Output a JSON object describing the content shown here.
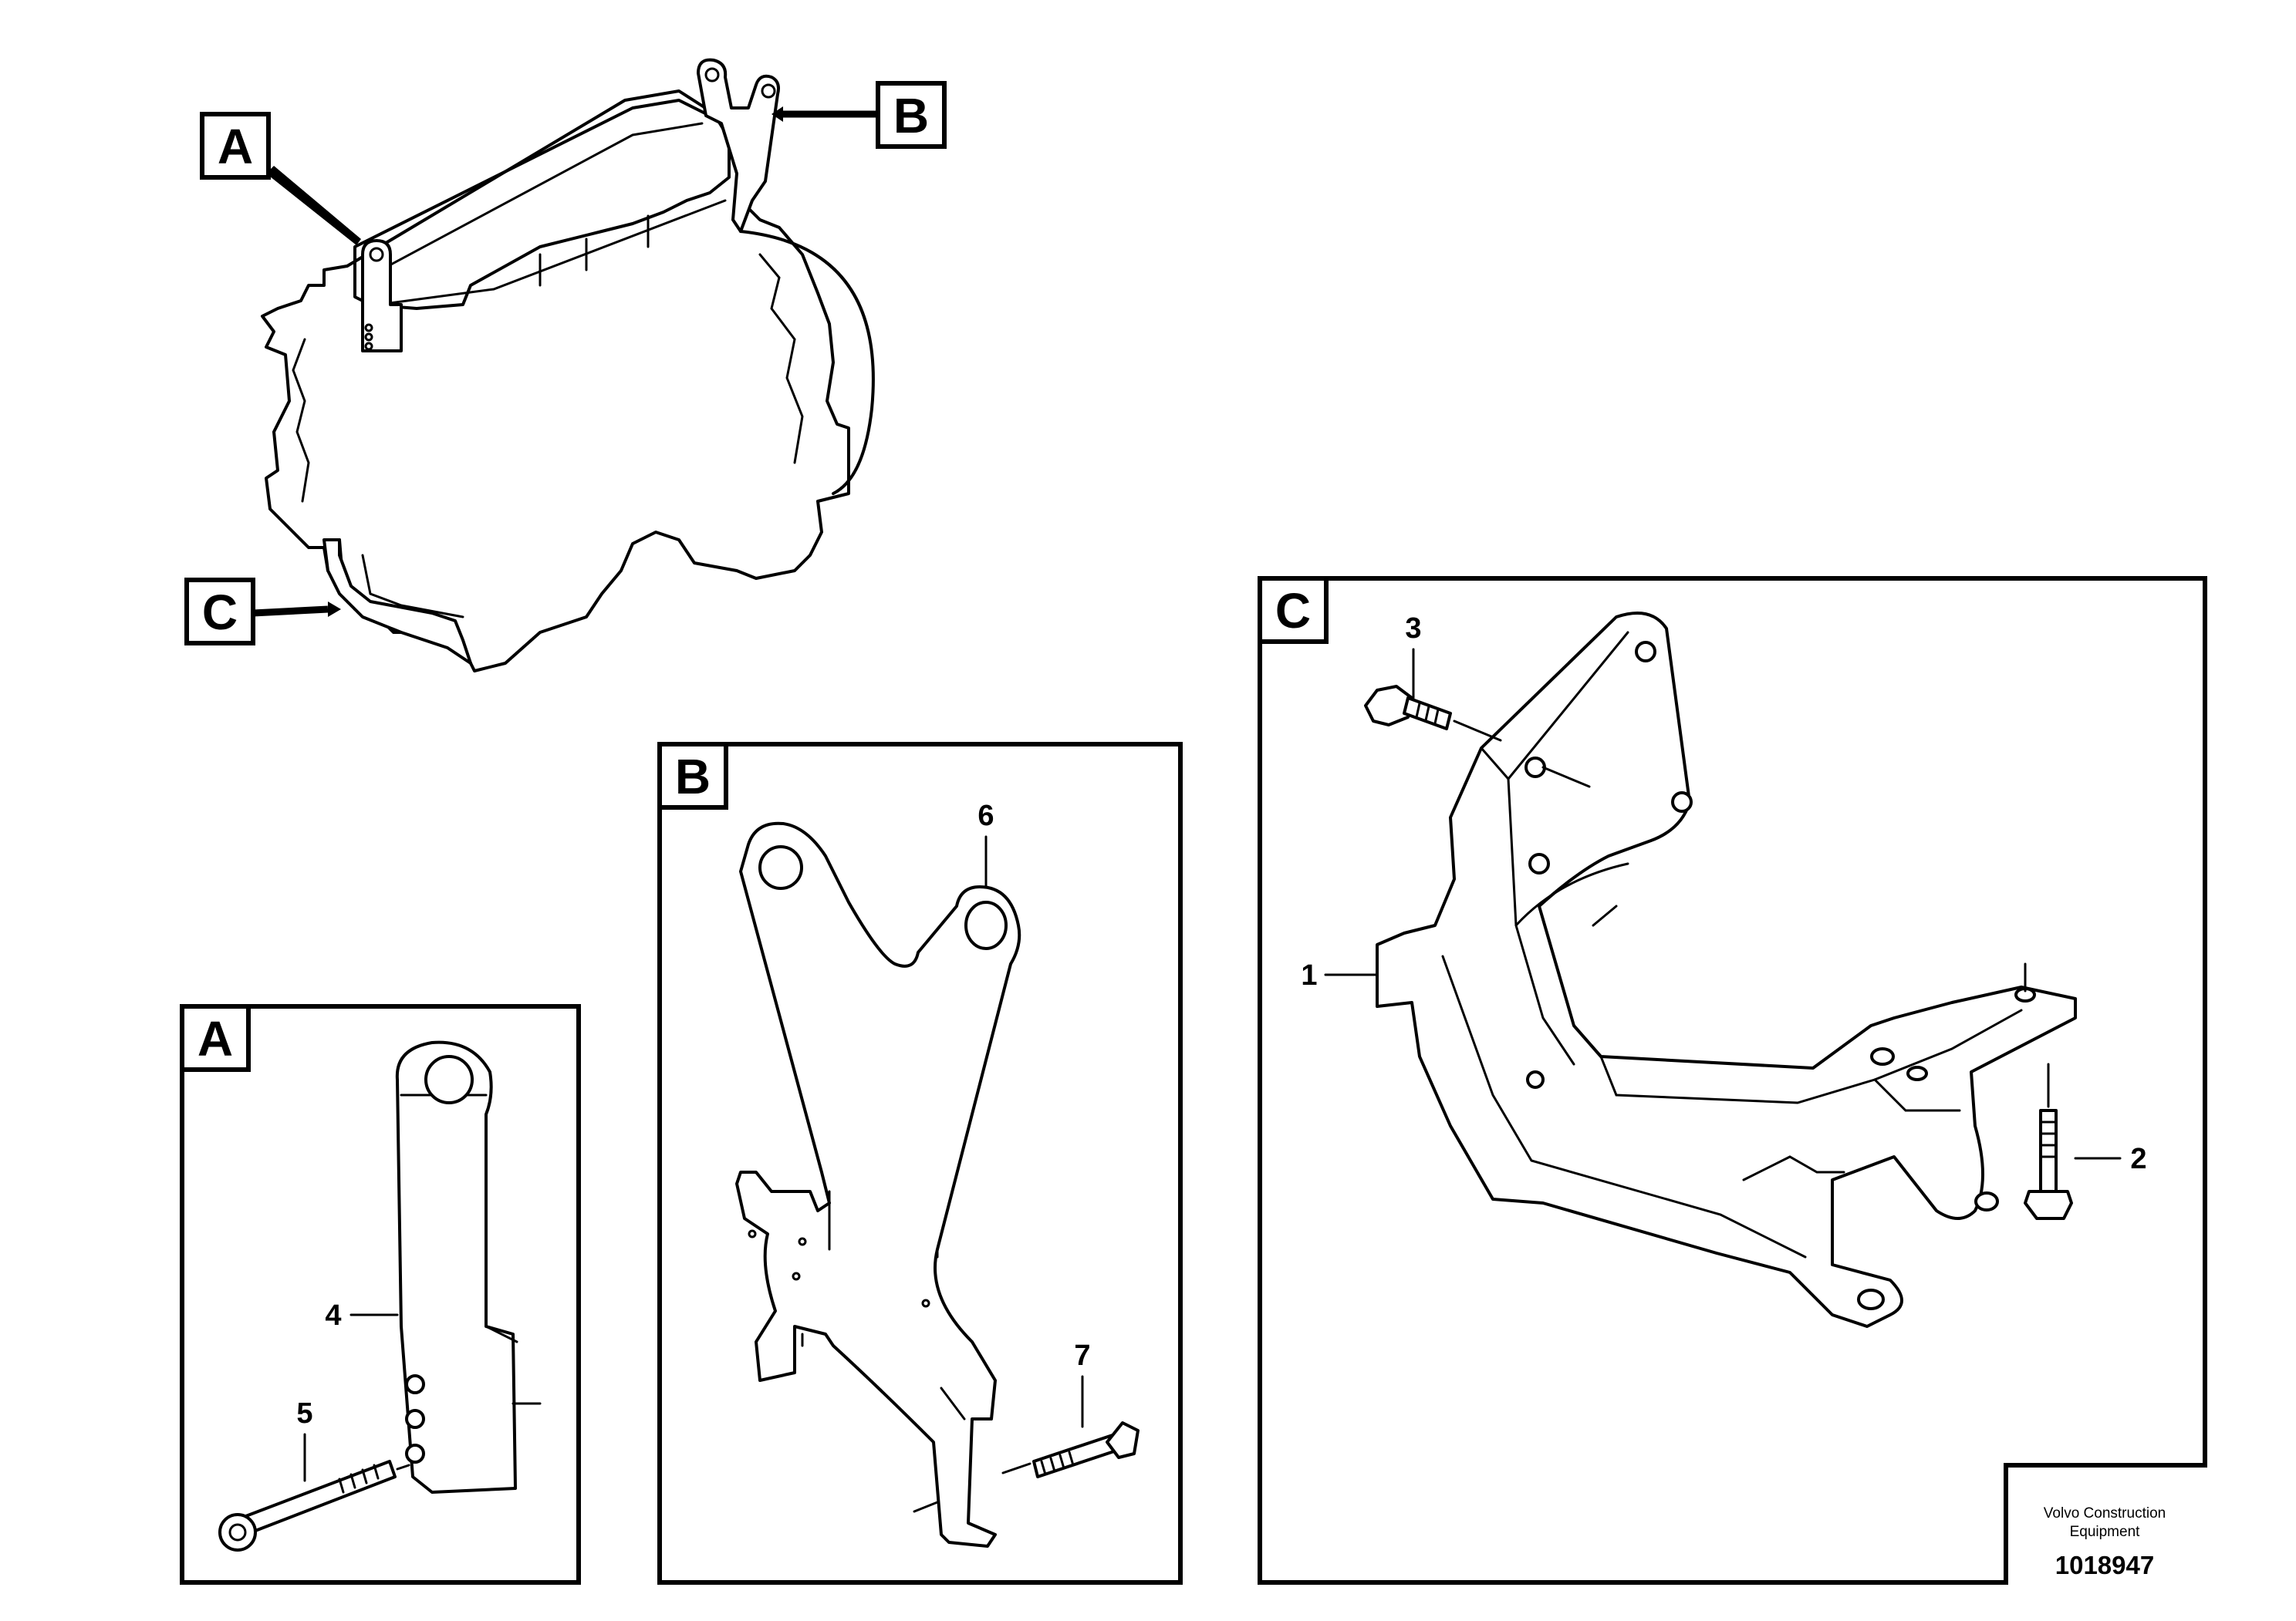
{
  "callouts": {
    "engine_a": "A",
    "engine_b": "B",
    "engine_c": "C"
  },
  "panels": {
    "a": {
      "label": "A",
      "parts": [
        "4",
        "5"
      ]
    },
    "b": {
      "label": "B",
      "parts": [
        "6",
        "7"
      ]
    },
    "c": {
      "label": "C",
      "parts": [
        "3",
        "1",
        "2"
      ]
    }
  },
  "footer": {
    "company_line1": "Volvo Construction",
    "company_line2": "Equipment",
    "document_number": "1018947"
  }
}
